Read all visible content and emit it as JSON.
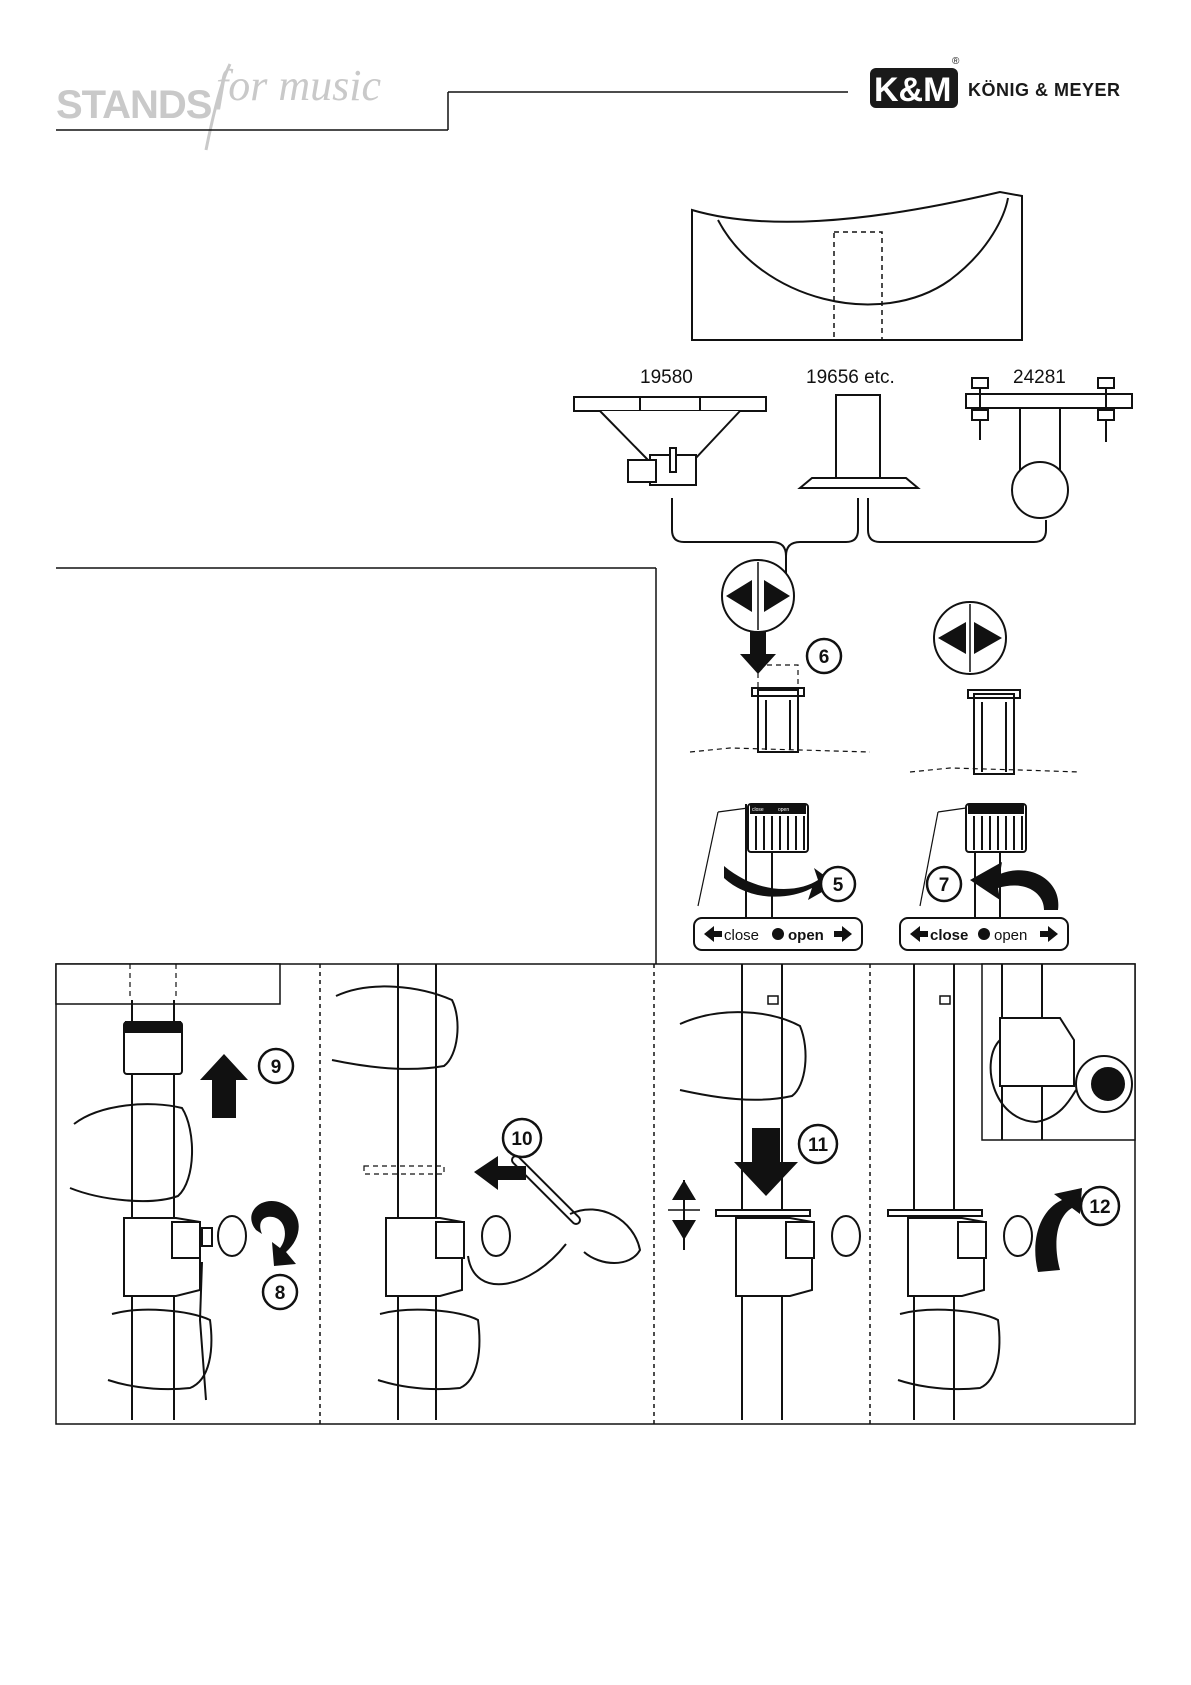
{
  "brand": {
    "stands": "STANDS",
    "for_music": "for music",
    "logo_text": "K&M",
    "registered": "®",
    "company": "KÖNIG & MEYER"
  },
  "adapters": [
    {
      "label": "19580"
    },
    {
      "label": "19656 etc."
    },
    {
      "label": "24281"
    }
  ],
  "steps": [
    "5",
    "6",
    "7",
    "8",
    "9",
    "10",
    "11",
    "12"
  ],
  "lock_ring": {
    "close": "close",
    "open": "open"
  },
  "pills": [
    {
      "close": "close",
      "open": "open",
      "emphasis": "open"
    },
    {
      "close": "close",
      "open": "open",
      "emphasis": "close"
    }
  ]
}
